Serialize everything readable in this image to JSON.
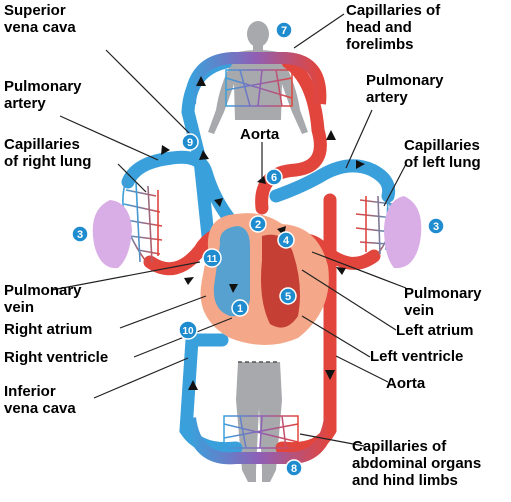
{
  "labels": {
    "superior_vena_cava": "Superior\nvena cava",
    "pulmonary_artery_left": "Pulmonary\nartery",
    "capillaries_right_lung": "Capillaries\nof right lung",
    "aorta_top": "Aorta",
    "pulmonary_vein_left": "Pulmonary\nvein",
    "right_atrium": "Right atrium",
    "right_ventricle": "Right ventricle",
    "inferior_vena_cava": "Inferior\nvena cava",
    "capillaries_head": "Capillaries of\nhead and\nforelimbs",
    "pulmonary_artery_right": "Pulmonary\nartery",
    "capillaries_left_lung": "Capillaries\nof left lung",
    "pulmonary_vein_right": "Pulmonary\nvein",
    "left_atrium": "Left atrium",
    "left_ventricle": "Left ventricle",
    "aorta_bottom": "Aorta",
    "capillaries_abdominal": "Capillaries of\nabdominal organs\nand hind limbs"
  },
  "steps": {
    "s1": "1",
    "s2": "2",
    "s3a": "3",
    "s3b": "3",
    "s4": "4",
    "s5": "5",
    "s6": "6",
    "s7": "7",
    "s8": "8",
    "s9": "9",
    "s10": "10",
    "s11": "11"
  },
  "colors": {
    "oxygen_poor": "#3aa0dc",
    "oxygen_rich": "#e2453c",
    "capillary_mix": "#9b59b6",
    "heart_tissue": "#f4a889",
    "lung": "#d9aee6",
    "body_silhouette": "#a7a9ac",
    "badge": "#1e8ccf"
  }
}
